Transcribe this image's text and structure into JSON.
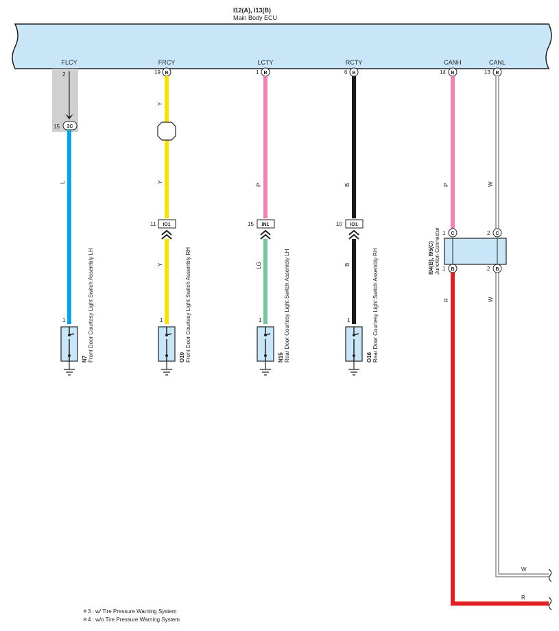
{
  "ecu": {
    "code": "I12(A), I13(B)",
    "name": "Main Body ECU",
    "terminals": [
      {
        "id": "flcy",
        "label": "FLCY",
        "pin": "2",
        "badge": ""
      },
      {
        "id": "frcy",
        "label": "FRCY",
        "pin": "19",
        "badge": "B"
      },
      {
        "id": "lcty",
        "label": "LCTY",
        "pin": "1",
        "badge": "B"
      },
      {
        "id": "rcty",
        "label": "RCTY",
        "pin": "6",
        "badge": "B"
      },
      {
        "id": "canh",
        "label": "CANH",
        "pin": "14",
        "badge": "B"
      },
      {
        "id": "canl",
        "label": "CANL",
        "pin": "13",
        "badge": "B"
      }
    ]
  },
  "flcy_alt": {
    "pin": "15",
    "badge": "3C"
  },
  "wires": {
    "l": "L",
    "y1": "Y",
    "y2": "Y",
    "y3": "Y",
    "p1": "P",
    "lg": "LG",
    "b1": "B",
    "b2": "B",
    "p2": "P",
    "r": "R",
    "w1": "W",
    "w2": "W",
    "w_end": "W",
    "r_end": "R"
  },
  "wire_colors": {
    "L": "#00a6e8",
    "Y": "#ffe000",
    "P": "#f080b8",
    "LG": "#7ac49b",
    "B": "#1a1a1a",
    "R": "#e02020",
    "W": "#ffffff"
  },
  "inline_connectors": [
    {
      "id": "io1a",
      "pin": "11",
      "code": "IO1"
    },
    {
      "id": "in1",
      "pin": "15",
      "code": "IN1"
    },
    {
      "id": "io1b",
      "pin": "10",
      "code": "IO1"
    }
  ],
  "switches": [
    {
      "id": "n7",
      "pin": "1",
      "code": "N7",
      "name": "Front Door Courtesy Light Switch Assembly LH"
    },
    {
      "id": "o10",
      "pin": "1",
      "code": "O10",
      "name": "Front Door Courtesy Light Switch Assembly RH"
    },
    {
      "id": "n15",
      "pin": "1",
      "code": "N15",
      "name": "Rear Door Courtesy Light Switch Assembly LH"
    },
    {
      "id": "o16",
      "pin": "1",
      "code": "O16",
      "name": "Rear Door Courtesy Light Switch Assembly RH"
    }
  ],
  "junction": {
    "code": "I94(B), I95(C)",
    "name": "Junction Connector",
    "top_left_pin": "1",
    "top_left_badge": "C",
    "top_right_pin": "2",
    "top_right_badge": "C",
    "bot_left_pin": "1",
    "bot_left_badge": "B",
    "bot_right_pin": "2",
    "bot_right_badge": "B"
  },
  "notes": [
    "＊3 : w/ Tire Pressure Warning System",
    "＊4 : w/o Tire Pressure Warning System"
  ]
}
